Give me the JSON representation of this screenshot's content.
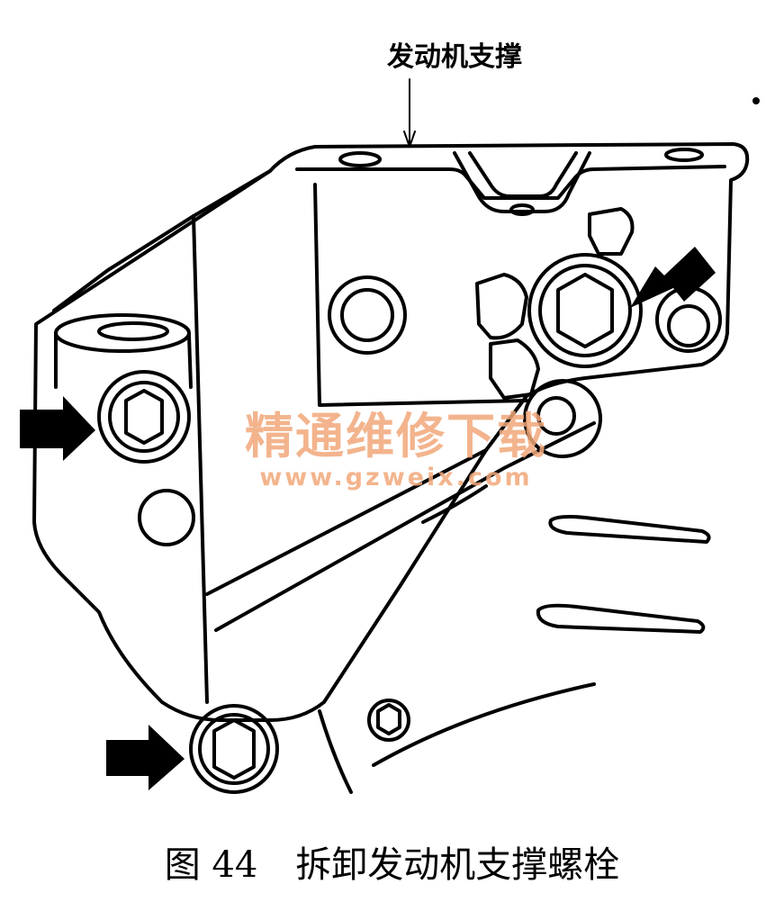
{
  "labels": {
    "bracket": "发动机支撑"
  },
  "caption": {
    "figure_number": "图 44",
    "title": "拆卸发动机支撑螺栓"
  },
  "watermark": {
    "chinese": "精通维修下载",
    "url": "www.gzweix.com"
  },
  "colors": {
    "line": "#000000",
    "paper": "#ffffff",
    "watermark": "#f2a87a"
  }
}
